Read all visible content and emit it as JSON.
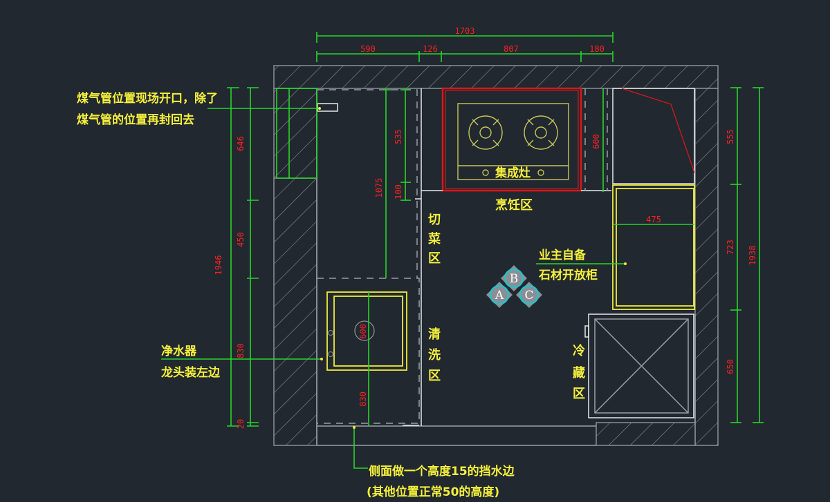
{
  "drawing": {
    "type": "kitchen floor plan",
    "colors": {
      "background": "#212830",
      "annotation_text": "#f5f03c",
      "dimension_lines": "#29d62a",
      "dimension_text": "#ff2020",
      "stove_outline": "#d81818",
      "marker": "#2bbfc6"
    },
    "dimensions": {
      "top_total": "1703",
      "top_segments": [
        "590",
        "126",
        "807",
        "180"
      ],
      "left_total": "1946",
      "left_segments": [
        "646",
        "450",
        "830",
        "20"
      ],
      "right_total": "1938",
      "right_segments": [
        "555",
        "723",
        "650"
      ],
      "inner_1075": "1075",
      "inner_535": "535",
      "inner_100": "100",
      "stove_depth": "600",
      "cabinet_width": "475",
      "sink_inner": "600",
      "sink_lower": "830"
    },
    "appliances": {
      "stove_label": "集成灶"
    },
    "zones": {
      "cooking": "烹饪区",
      "cutting": [
        "切",
        "菜",
        "区"
      ],
      "washing": [
        "清",
        "洗",
        "区"
      ],
      "fridge": [
        "冷",
        "藏",
        "区"
      ]
    },
    "annotations": {
      "gas_pipe": [
        "煤气管位置现场开口，除了",
        "煤气管的位置再封回去"
      ],
      "water_purifier": [
        "净水器",
        "龙头装左边"
      ],
      "cabinet": [
        "业主自备",
        "石材开放柜"
      ],
      "splash_guard": [
        "侧面做一个高度15的挡水边",
        "(其他位置正常50的高度)"
      ]
    },
    "view_marker": {
      "labels": [
        "A",
        "B",
        "C"
      ]
    }
  }
}
